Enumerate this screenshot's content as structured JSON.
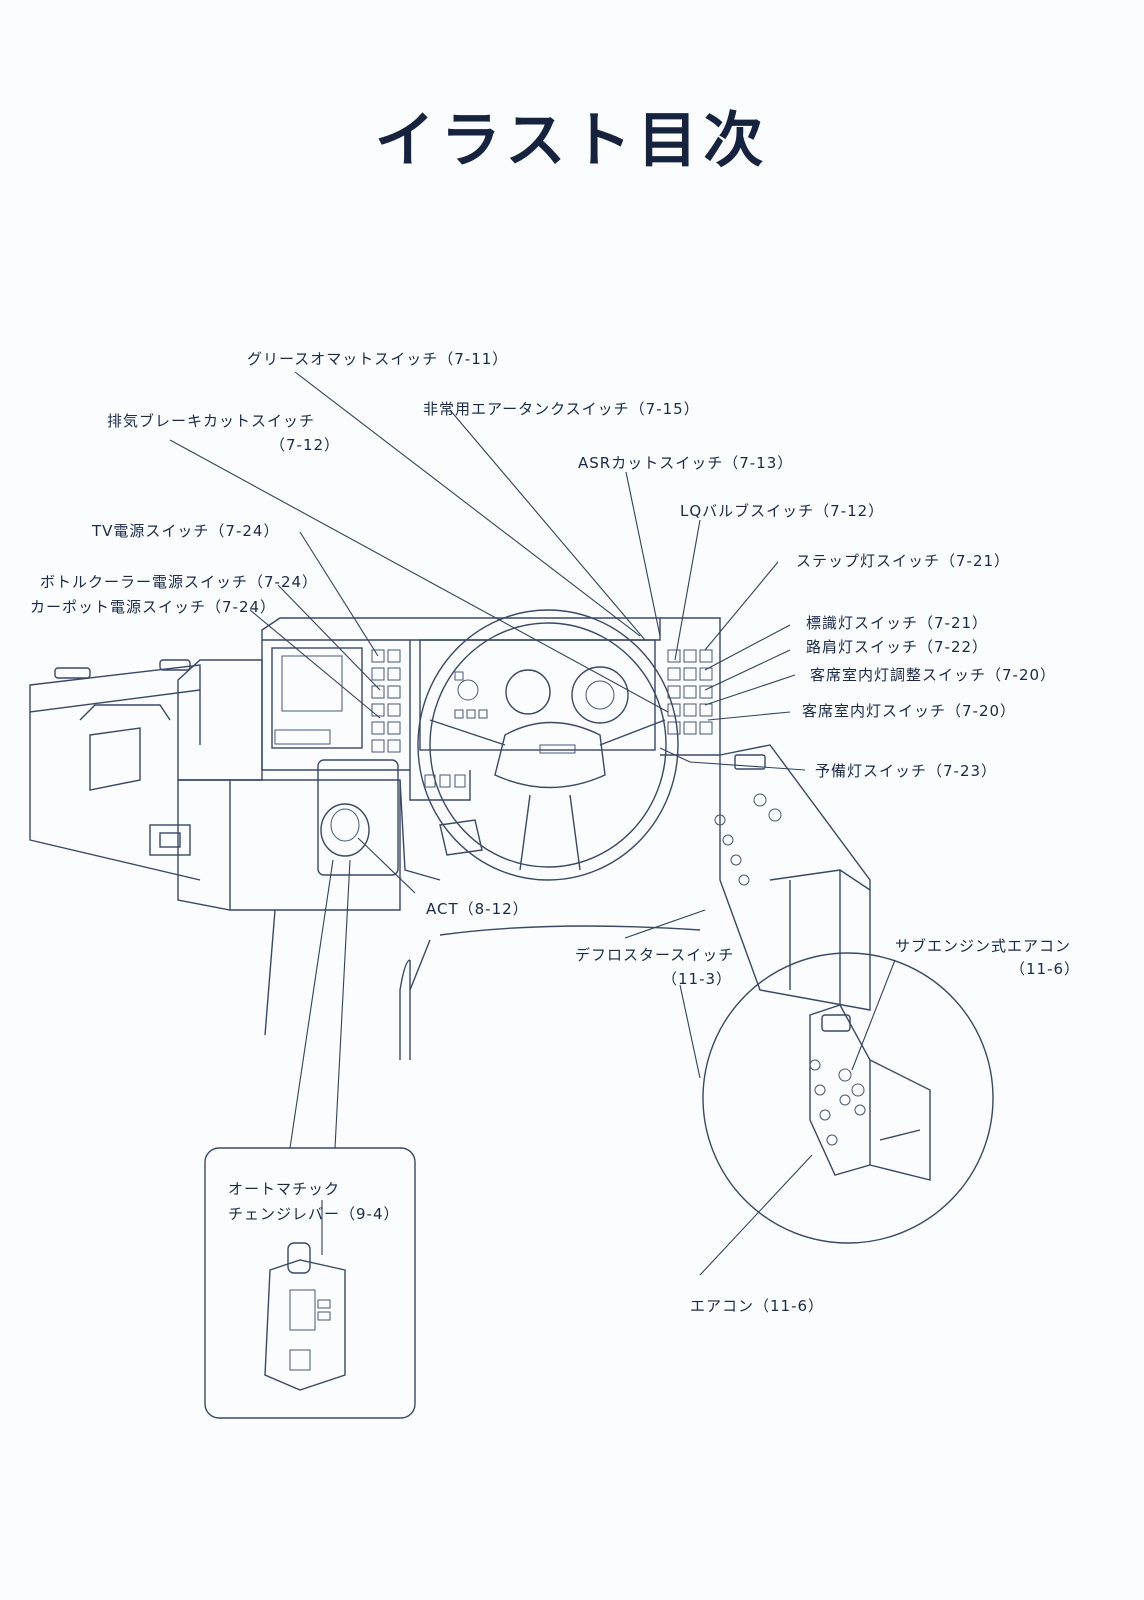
{
  "page_title": "イラスト目次",
  "labels": {
    "grease_oomat": "グリースオマットスイッチ（7-11）",
    "emergency_air": "非常用エアータンクスイッチ（7-15）",
    "exhaust_brake_1": "排気ブレーキカットスイッチ",
    "exhaust_brake_2": "（7-12）",
    "asr": "ASRカットスイッチ（7-13）",
    "lq_valve": "LQバルブスイッチ（7-12）",
    "tv_power": "TV電源スイッチ（7-24）",
    "step_light": "ステップ灯スイッチ（7-21）",
    "bottle_cooler": "ボトルクーラー電源スイッチ（7-24）",
    "car_pot": "カーポット電源スイッチ（7-24）",
    "marker_light": "標識灯スイッチ（7-21）",
    "shoulder_light": "路肩灯スイッチ（7-22）",
    "cabin_dimmer": "客席室内灯調整スイッチ（7-20）",
    "cabin_light": "客席室内灯スイッチ（7-20）",
    "spare_light": "予備灯スイッチ（7-23）",
    "act": "ACT（8-12）",
    "defroster_1": "デフロスタースイッチ",
    "defroster_2": "（11-3）",
    "sub_engine_ac_1": "サブエンジン式エアコン",
    "sub_engine_ac_2": "（11-6）",
    "auto_lever_1": "オートマチック",
    "auto_lever_2": "チェンジレバー（9-4）",
    "aircon": "エアコン（11-6）"
  }
}
